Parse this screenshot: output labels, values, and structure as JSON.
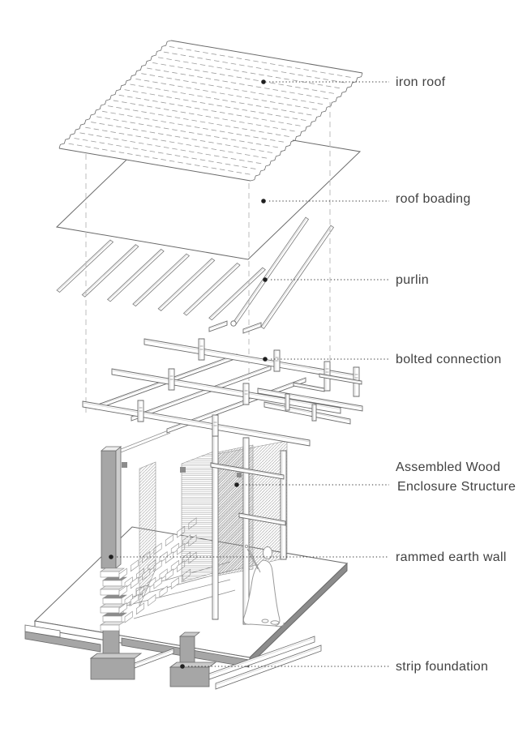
{
  "callouts": [
    {
      "id": "iron-roof",
      "label": "iron roof"
    },
    {
      "id": "roof-boarding",
      "label": "roof boading"
    },
    {
      "id": "purlin",
      "label": "purlin"
    },
    {
      "id": "bolted-connection",
      "label": "bolted connection"
    },
    {
      "id": "assembled-wood-enclosure",
      "label": "Assembled Wood",
      "label_line2": "Enclosure Structure"
    },
    {
      "id": "rammed-earth-wall",
      "label": "rammed earth wall"
    },
    {
      "id": "strip-foundation",
      "label": "strip foundation"
    }
  ],
  "colors": {
    "background": "#ffffff",
    "line": "#6a6a6a",
    "light_line": "#9c9c9c",
    "hatch": "#8f8f8f",
    "dash": "#bcbcbc",
    "leader": "#333333",
    "leader_dot": "#1f1f1f",
    "label_text": "#414141",
    "gray_dark": "#8c8c8c",
    "gray_mid": "#a6a6a6",
    "gray_light": "#c9c9c9",
    "gray_pale": "#e3e3e3"
  }
}
